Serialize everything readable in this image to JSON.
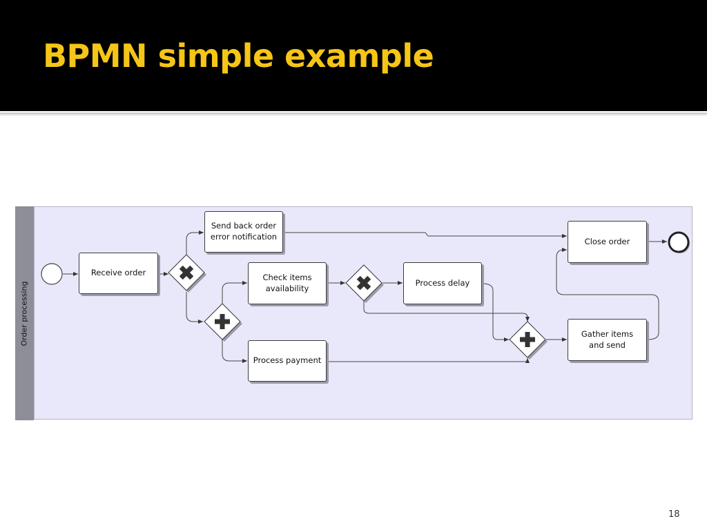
{
  "slide": {
    "title": "BPMN simple example",
    "page_number": "18"
  },
  "pool": {
    "label": "Order processing"
  },
  "tasks": {
    "receive_order": "Receive order",
    "send_back_error": "Send back order\nerror notification",
    "check_items": "Check items\navailability",
    "process_payment": "Process payment",
    "process_delay": "Process delay",
    "close_order": "Close order",
    "gather_items": "Gather items\nand send"
  },
  "gateways": {
    "order_valid_split": "exclusive",
    "parallel_split": "parallel",
    "availability_split": "exclusive",
    "parallel_join": "parallel"
  },
  "colors": {
    "title_background": "#000000",
    "title_text": "#f5c518",
    "pool_background": "#e8e8fa",
    "pool_label_bar": "#8e8e98"
  }
}
